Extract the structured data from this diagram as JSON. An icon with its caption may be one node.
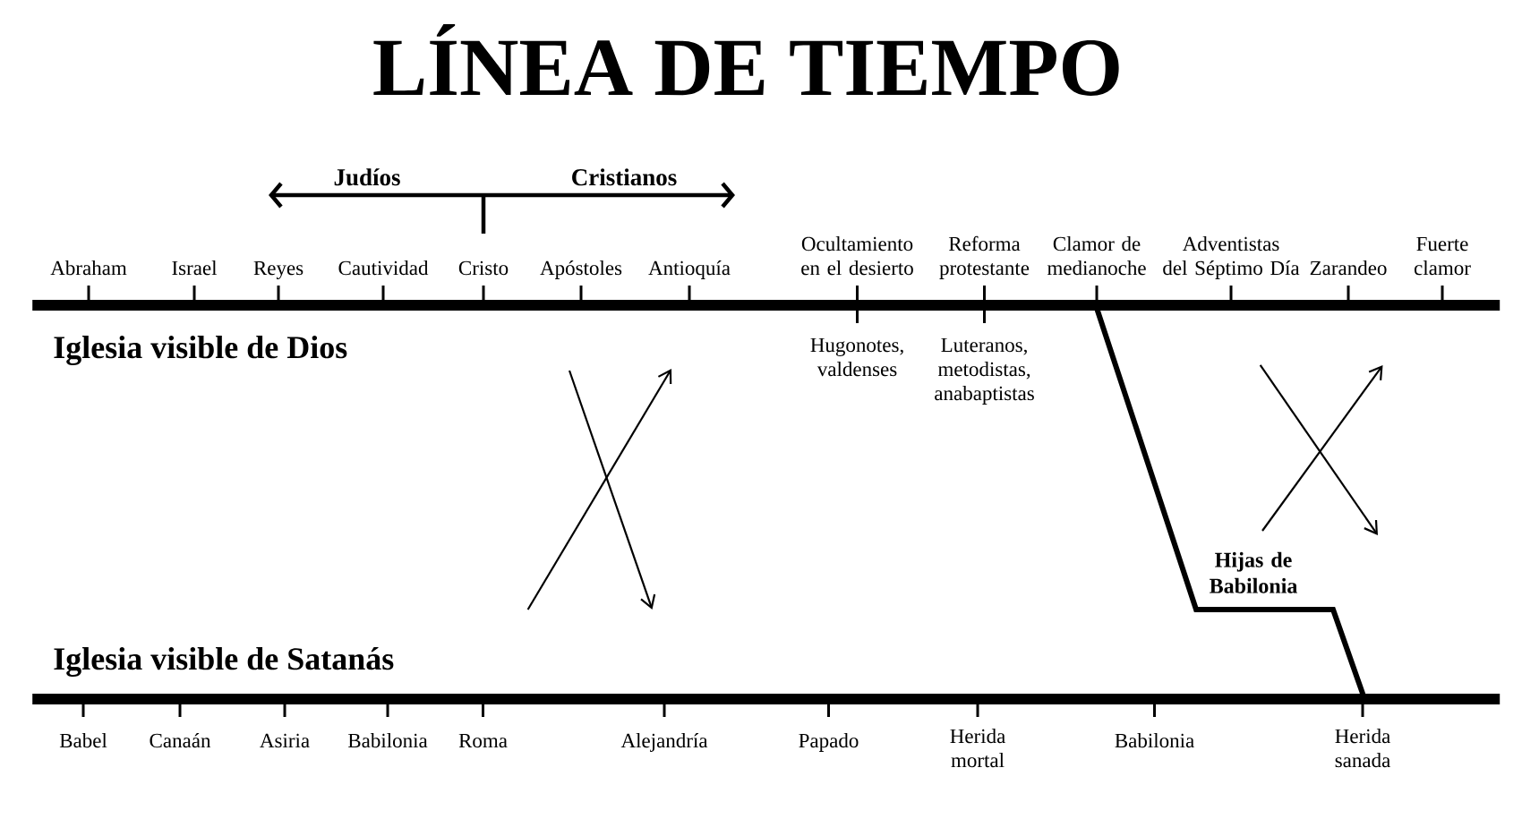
{
  "diagram": {
    "title": "LÍNEA DE TIEMPO",
    "nodes": [
      {
        "text": [
          "Iglesia visible de Dios"
        ]
      },
      {
        "text": [
          "Iglesia visible de Satanás"
        ]
      }
    ],
    "edges": [
      {
        "from": 0,
        "to": 1,
        "arrow": "none",
        "label": "Hijas de Babilonia"
      }
    ],
    "labels": [
      "Judíos",
      "Cristianos",
      "Abraham",
      "Israel",
      "Reyes",
      "Cautividad",
      "Cristo",
      "Apóstoles",
      "Antioquía",
      "Ocultamiento en el desierto",
      "Reforma protestante",
      "Clamor de medianoche",
      "Adventistas del Séptimo Día",
      "Zarandeo",
      "Fuerte clamor",
      "Hugonotes, valdenses",
      "Luteranos, metodistas, anabaptistas",
      "Babel",
      "Canaán",
      "Asiria",
      "Babilonia",
      "Roma",
      "Alejandría",
      "Papado",
      "Herida mortal",
      "Babilonia",
      "Herida sanada"
    ]
  }
}
